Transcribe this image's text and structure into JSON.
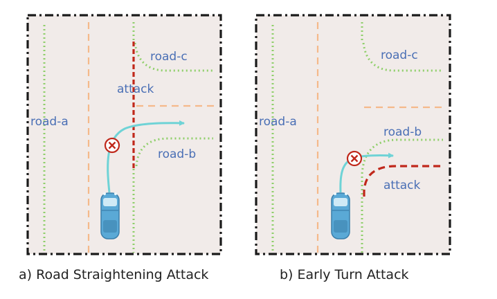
{
  "colors": {
    "panel_bg": "#f1ebe9",
    "border": "#1a1a1a",
    "lane_dotted": "#8fcf6a",
    "lane_dashed": "#f5b98a",
    "attack": "#c0281b",
    "trajectory": "#6fd3d6",
    "label": "#4a6fb5",
    "car": "#5aa9d6",
    "cross_marker": "#c0281b"
  },
  "panels": [
    {
      "caption": "a) Road Straightening Attack",
      "labels": {
        "road_a": "road-a",
        "road_b": "road-b",
        "road_c": "road-c",
        "attack": "attack"
      },
      "icons": [
        "car-icon",
        "x-circle-icon",
        "arrow-icon"
      ]
    },
    {
      "caption": "b) Early Turn Attack",
      "labels": {
        "road_a": "road-a",
        "road_b": "road-b",
        "road_c": "road-c",
        "attack": "attack"
      },
      "icons": [
        "car-icon",
        "x-circle-icon",
        "arrow-icon"
      ]
    }
  ]
}
